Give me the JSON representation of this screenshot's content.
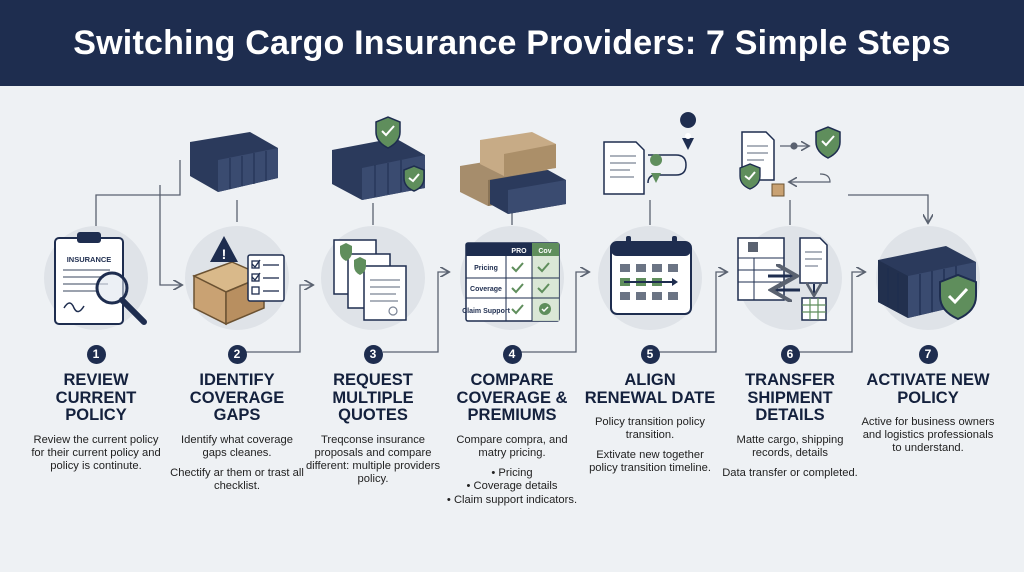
{
  "title": "Switching Cargo Insurance Providers: 7 Simple Steps",
  "icon_labels": {
    "insurance_doc": "INSURANCE",
    "table_pro": "PRO",
    "table_cov": "Cov",
    "table_rows": [
      "Pricing",
      "Coverage",
      "Claim Support"
    ]
  },
  "colors": {
    "navy": "#1e2d4f",
    "accent_green": "#5f8e5c",
    "circle_bg": "#dfe3e8"
  },
  "steps": [
    {
      "number": "1",
      "title": "REVIEW CURRENT POLICY",
      "desc": [
        "Review the current policy  for their current policy and policy is continute."
      ],
      "bullets": [],
      "icon": "clipboard-magnifier-icon"
    },
    {
      "number": "2",
      "title": "IDENTIFY COVERAGE GAPS",
      "desc": [
        "Identify what coverage gaps cleanes.",
        "Chectify ar them or trast all checklist."
      ],
      "bullets": [],
      "icon": "box-warning-icon"
    },
    {
      "number": "3",
      "title": "REQUEST MULTIPLE QUOTES",
      "desc": [
        "Treqconse insurance proposals and compare different: multiple providers policy."
      ],
      "bullets": [],
      "icon": "quote-documents-icon"
    },
    {
      "number": "4",
      "title": "COMPARE COVERAGE & PREMIUMS",
      "desc": [
        "Compare compra, and matry pricing."
      ],
      "bullets": [
        "• Pricing",
        "• Coverage details",
        "• Claim support indicators."
      ],
      "icon": "comparison-table-icon"
    },
    {
      "number": "5",
      "title": "ALIGN RENEWAL DATE",
      "desc": [
        "Policy transition policy transition.",
        "Extivate new together policy transition timeline."
      ],
      "bullets": [],
      "icon": "calendar-icon"
    },
    {
      "number": "6",
      "title": "TRANSFER SHIPMENT DETAILS",
      "desc": [
        "Matte cargo, shipping records, details",
        "Data transfer or completed."
      ],
      "bullets": [],
      "icon": "document-transfer-icon"
    },
    {
      "number": "7",
      "title": "ACTIVATE NEW POLICY",
      "desc": [
        "Active for business owners and logistics professionals to understand."
      ],
      "bullets": [],
      "icon": "container-shield-icon"
    }
  ]
}
